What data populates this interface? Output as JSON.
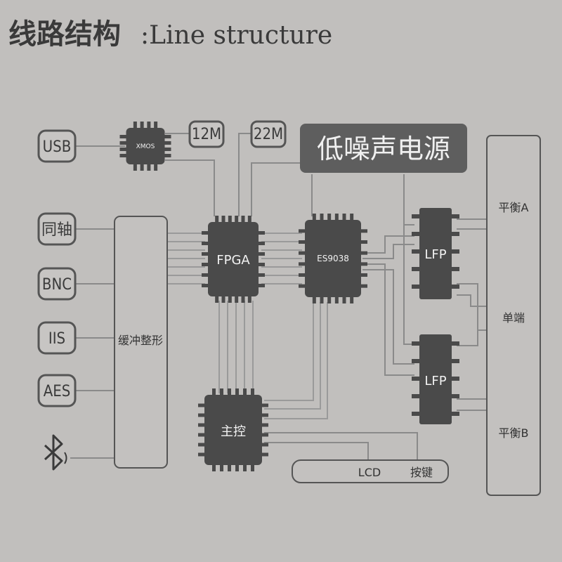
{
  "title": {
    "cn": "线路结构",
    "en": ":Line structure"
  },
  "inputs": [
    "USB",
    "同轴",
    "BNC",
    "IIS",
    "AES"
  ],
  "bluetooth_icon": "bluetooth-icon",
  "chips": {
    "xmos": "XMOS",
    "fpga": "FPGA",
    "es9038": "ES9038",
    "main_ctrl": "主控",
    "lfp_top": "LFP",
    "lfp_bottom": "LFP"
  },
  "clocks": [
    "12M",
    "22M"
  ],
  "power": "低噪声电源",
  "buffer": "缓冲整形",
  "lcd_panel": {
    "lcd": "LCD",
    "keys": "按键"
  },
  "outputs": [
    "平衡A",
    "单端",
    "平衡B"
  ],
  "colors": {
    "background": "#c1bfbd",
    "chip": "#4a4a4a",
    "power_box": "#5e5e5e",
    "wire": "#8a8a8a",
    "outline": "#555555"
  }
}
